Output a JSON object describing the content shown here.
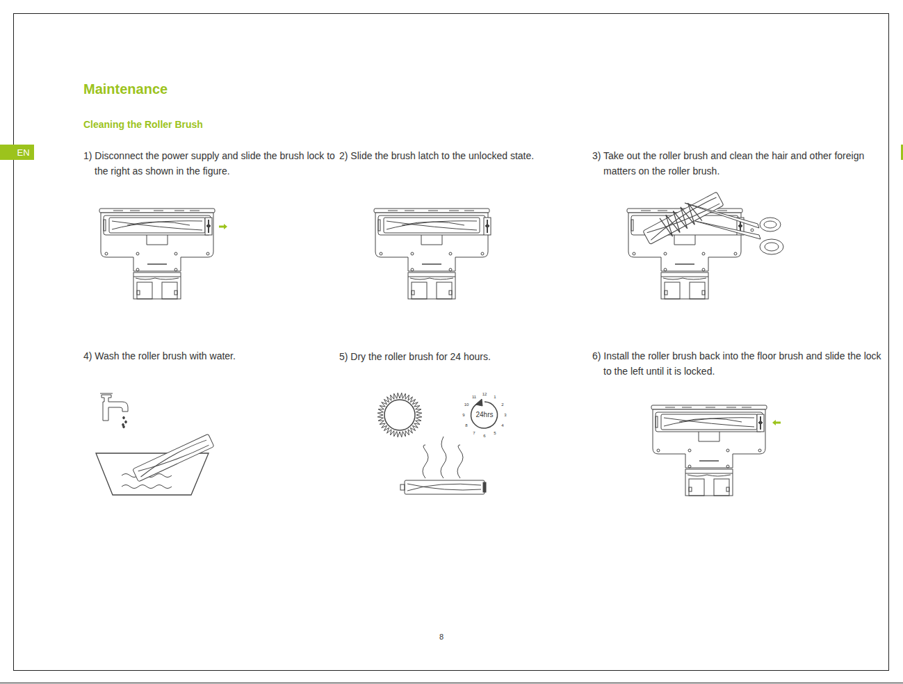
{
  "diagram": {
    "title": "Maintenance",
    "nodes": [
      {
        "text": [
          "EN"
        ]
      }
    ],
    "labels": [
      "Cleaning the Roller Brush",
      "1) Disconnect the power supply and slide the brush lock to the right as shown in the figure.",
      "2) Slide the brush latch to the unlocked state.",
      "3) Take out the roller brush and clean the hair and other foreign matters on the roller brush.",
      "4) Wash the roller brush with water.",
      "5) Dry the roller brush for 24 hours.",
      "6) Install the roller brush back into the floor brush and slide the lock to the left until it is locked.",
      "24hrs",
      "12",
      "1",
      "2",
      "3",
      "4",
      "5",
      "6",
      "7",
      "8",
      "9",
      "10",
      "11",
      "8"
    ]
  }
}
